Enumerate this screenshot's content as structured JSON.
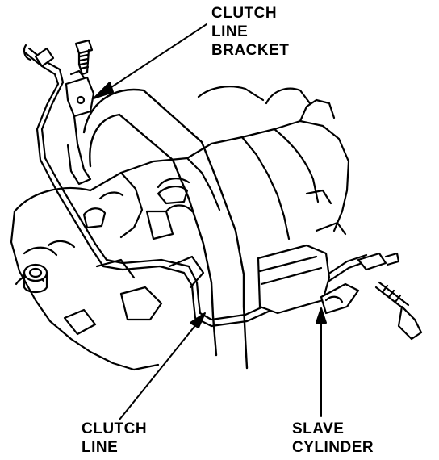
{
  "labels": {
    "clutch_line_bracket": [
      "CLUTCH",
      "LINE",
      "BRACKET"
    ],
    "clutch_line": [
      "CLUTCH",
      "LINE"
    ],
    "slave_cylinder": [
      "SLAVE",
      "CYLINDER"
    ]
  },
  "colors": {
    "ink": "#000000",
    "paper": "#ffffff"
  }
}
